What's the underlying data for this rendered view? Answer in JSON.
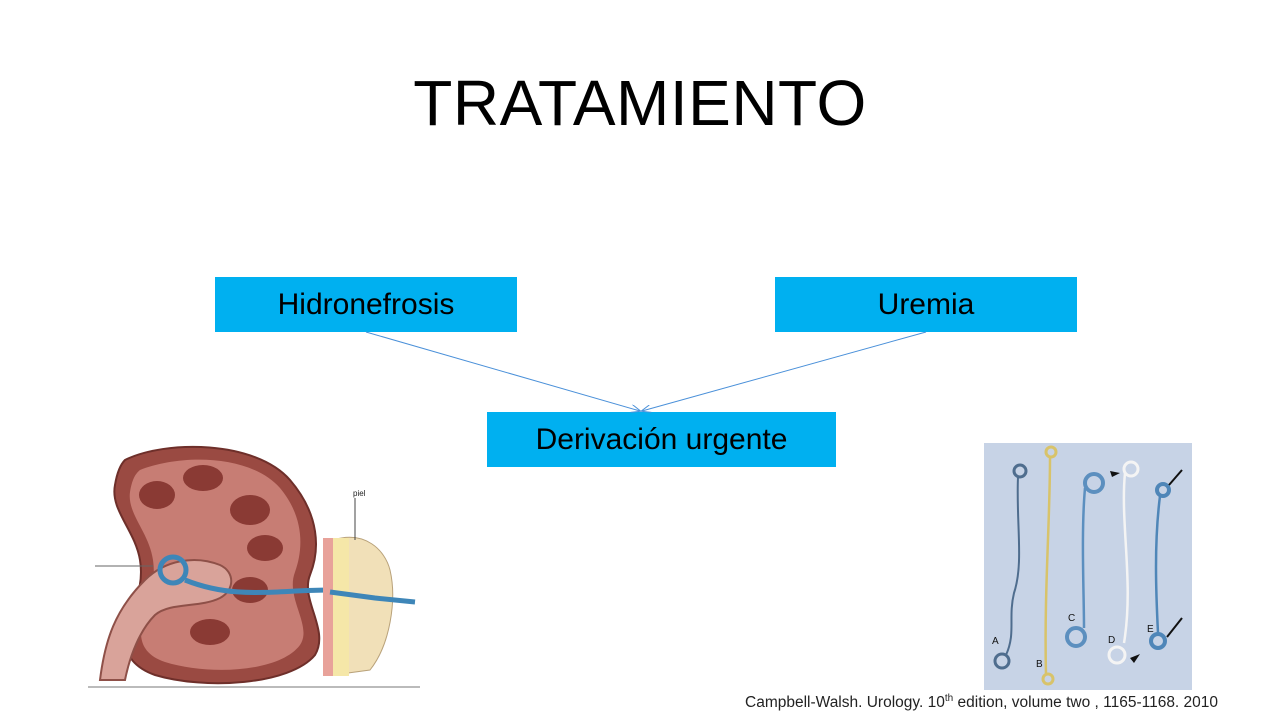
{
  "slide": {
    "title": "TRATAMIENTO",
    "boxes": {
      "hidronefrosis": "Hidronefrosis",
      "uremia": "Uremia",
      "derivacion": "Derivación urgente"
    },
    "kidney_figure": {
      "label": "piel"
    },
    "stent_figure": {
      "labels": [
        "A",
        "B",
        "C",
        "D",
        "E"
      ]
    },
    "citation": {
      "before_sup": "Campbell-Walsh. Urology. 10",
      "sup": "th",
      "after_sup": " edition, volume two , 1165-1168. 2010"
    }
  },
  "colors": {
    "box_fill": "#00b0f0",
    "arrow": "#4a90d9",
    "stent_background": "#c7d3e6"
  }
}
